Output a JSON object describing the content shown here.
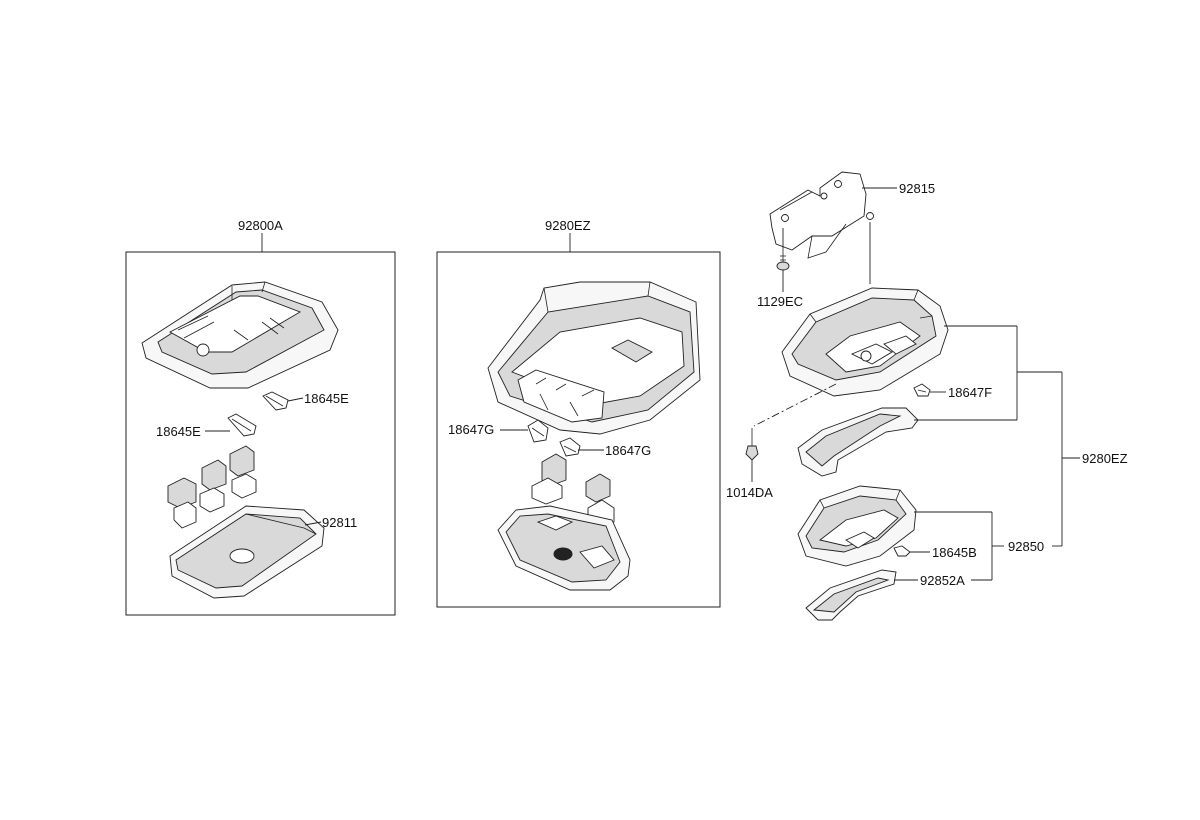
{
  "labels": {
    "g1_assembly": "92800A",
    "g1_bulb_right": "18645E",
    "g1_bulb_left": "18645E",
    "g1_lens": "92811",
    "g2_assembly": "9280EZ",
    "g2_bulb_left": "18647G",
    "g2_bulb_right": "18647G",
    "g3_bracket": "92815",
    "g3_bolt": "1129EC",
    "g3_bulb_upper": "18647F",
    "g3_assembly": "9280EZ",
    "g3_screw": "1014DA",
    "g3_bulb_lower": "18645B",
    "g3_sub_assembly": "92850",
    "g3_lens_lower": "92852A"
  }
}
